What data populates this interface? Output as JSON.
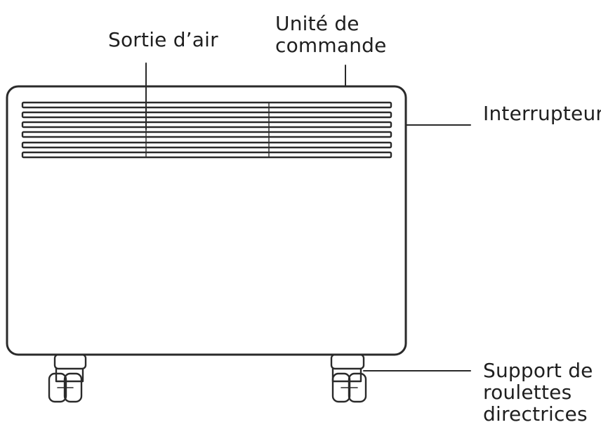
{
  "labels": {
    "air_outlet": "Sortie d’air",
    "control_unit": [
      "Unité de",
      "commande"
    ],
    "switch": "Interrupteur",
    "caster_support": [
      "Support de",
      "roulettes",
      "directrices"
    ]
  },
  "colors": {
    "line": "#2a2a2a",
    "text": "#1f1f1f",
    "background": "#ffffff"
  }
}
